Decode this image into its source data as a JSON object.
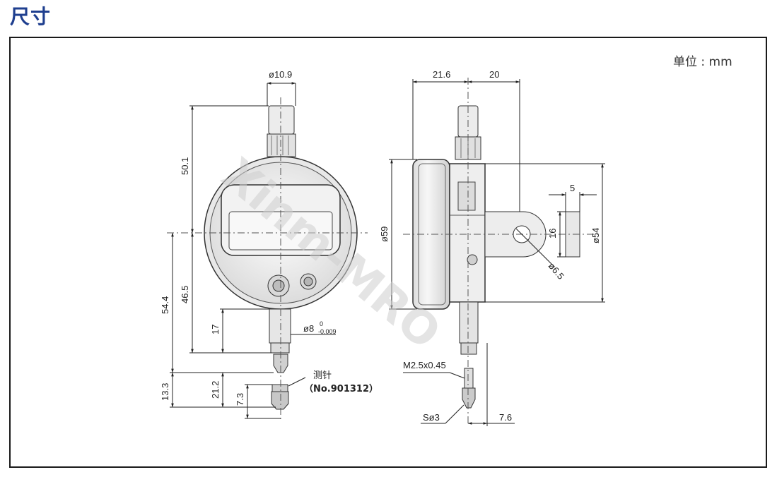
{
  "page_title": "尺寸",
  "unit_label": "单位 : mm",
  "watermark": "Xinm-MRO",
  "front_view": {
    "d_stem_top": "ø10.9",
    "h_top": "50.1",
    "h_center": "46.5",
    "h_total": "54.4",
    "h_spindle": "17",
    "d_spindle": "ø8",
    "d_spindle_tol_upper": "0",
    "d_spindle_tol_lower": "-0.009",
    "h_21": "21.2",
    "h_13": "13.3",
    "h_7": "7.3",
    "probe_label": "测针",
    "probe_no": "（No.901312）"
  },
  "side_view": {
    "w_left": "21.6",
    "w_right": "20",
    "d_body": "ø59",
    "d_back": "ø54",
    "lug_width": "5",
    "lug_height": "16",
    "lug_hole": "ø6.5",
    "thread": "M2.5x0.45",
    "ball": "Sø3",
    "tip_offset": "7.6"
  }
}
